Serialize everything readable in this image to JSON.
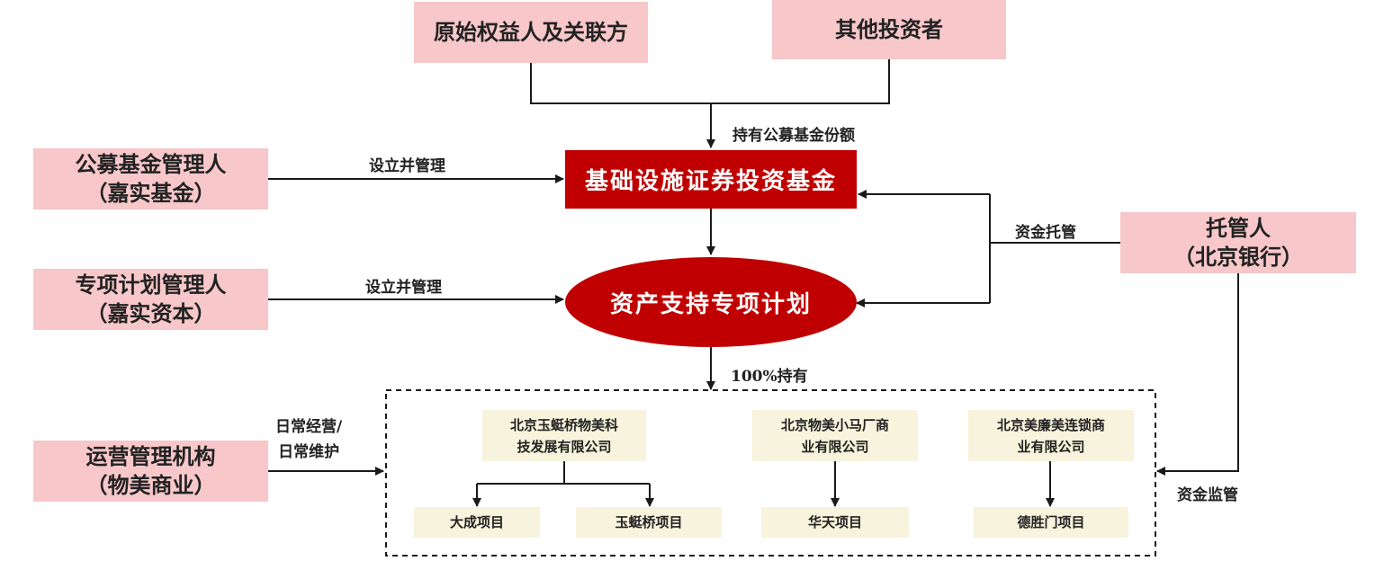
{
  "nodes": {
    "original_owner": "原始权益人及关联方",
    "other_investors": "其他投资者",
    "fund_manager": [
      "公募基金管理人",
      "（嘉实基金）"
    ],
    "infra_fund": "基础设施证券投资基金",
    "plan_manager": [
      "专项计划管理人",
      "（嘉实资本）"
    ],
    "abs_plan": "资产支持专项计划",
    "custodian": [
      "托管人",
      "（北京银行）"
    ],
    "operator": [
      "运营管理机构",
      "（物美商业）"
    ],
    "company_1": [
      "北京玉蜓桥物美科",
      "技发展有限公司"
    ],
    "company_2": [
      "北京物美小马厂商",
      "业有限公司"
    ],
    "company_3": [
      "北京美廉美连锁商",
      "业有限公司"
    ],
    "project_dacheng": "大成项目",
    "project_yutingqiao": "玉蜓桥项目",
    "project_huatian": "华天项目",
    "project_deshengmen": "德胜门项目"
  },
  "labels": {
    "hold_fund_shares": "持有公募基金份额",
    "establish_manage_1": "设立并管理",
    "establish_manage_2": "设立并管理",
    "fund_custody": "资金托管",
    "hold_100": "100%持有",
    "daily_ops": [
      "日常经营/",
      "日常维护"
    ],
    "fund_supervision": "资金监管"
  },
  "colors": {
    "pink_box": "#f7c7c9",
    "red_box": "#c00000",
    "cream_box": "#f8f3dc",
    "line": "#1a1a1a"
  }
}
